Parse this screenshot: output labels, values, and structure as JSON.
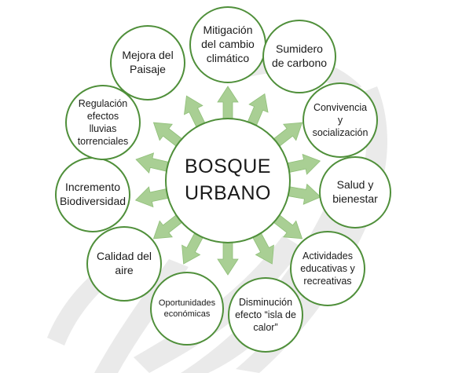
{
  "center": {
    "line1": "BOSQUE",
    "line2": "URBANO"
  },
  "nodes": [
    {
      "lines": [
        "Mitigación",
        "del cambio",
        "climático"
      ]
    },
    {
      "lines": [
        "Sumidero",
        "de carbono"
      ]
    },
    {
      "lines": [
        "Convivencia",
        "y",
        "socialización"
      ]
    },
    {
      "lines": [
        "Salud y",
        "bienestar"
      ]
    },
    {
      "lines": [
        "Actividades",
        "educativas y",
        "recreativas"
      ]
    },
    {
      "lines": [
        "Disminución",
        "efecto “isla de",
        "calor”"
      ]
    },
    {
      "lines": [
        "Oportunidades",
        "económicas"
      ]
    },
    {
      "lines": [
        "Calidad del",
        "aire"
      ]
    },
    {
      "lines": [
        "Incremento",
        "Biodiversidad"
      ]
    },
    {
      "lines": [
        "Regulación",
        "efectos",
        "lluvias",
        "torrenciales"
      ]
    },
    {
      "lines": [
        "Mejora del",
        "Paisaje"
      ]
    }
  ],
  "colors": {
    "circle_border": "#4f8f3a",
    "arrow_fill": "#a9cf94",
    "arrow_stroke": "#8fbf78",
    "watermark": "#d9d9d9"
  }
}
